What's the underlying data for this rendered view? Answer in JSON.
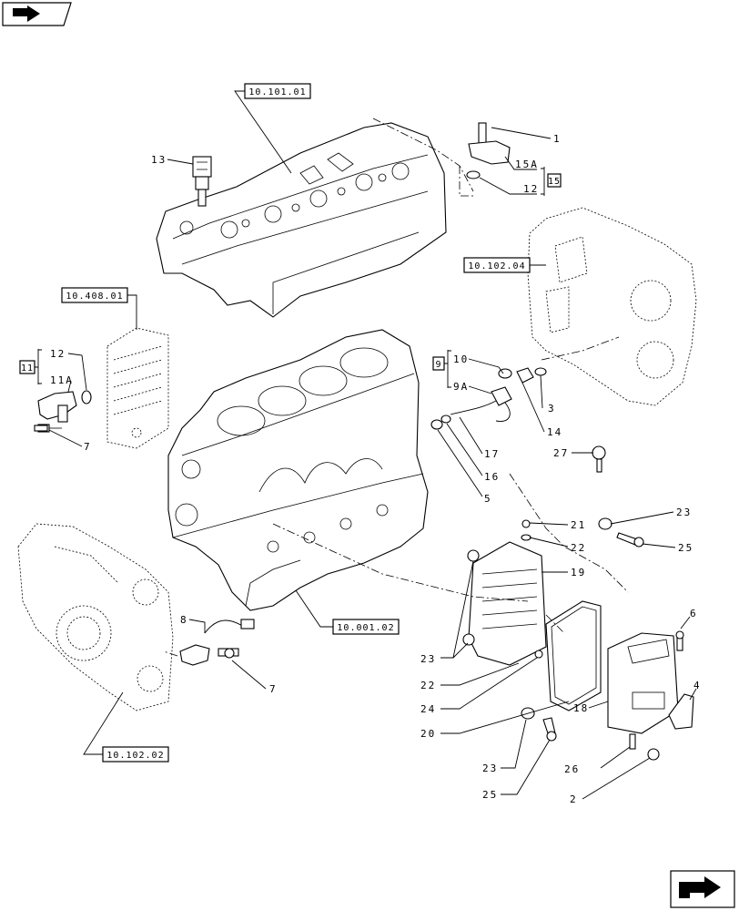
{
  "refs": {
    "head": "10.101.01",
    "flywheel_housing": "10.102.04",
    "oil_cooler": "10.408.01",
    "block": "10.001.02",
    "timing_cover": "10.102.02"
  },
  "callouts": {
    "c1": "1",
    "c2": "2",
    "c3": "3",
    "c4": "4",
    "c5": "5",
    "c6": "6",
    "c7a": "7",
    "c7b": "7",
    "c8": "8",
    "c9": "9",
    "c9a": "9A",
    "c10": "10",
    "c11": "11",
    "c11a": "11A",
    "c12a": "12",
    "c12b": "12",
    "c13": "13",
    "c14": "14",
    "c15": "15",
    "c15a": "15A",
    "c16": "16",
    "c17": "17",
    "c18": "18",
    "c19": "19",
    "c20": "20",
    "c21": "21",
    "c22a": "22",
    "c22b": "22",
    "c23a": "23",
    "c23b": "23",
    "c23c": "23",
    "c24": "24",
    "c25a": "25",
    "c25b": "25",
    "c26": "26",
    "c27": "27"
  },
  "icons": {
    "top_left": "book-arrow-icon",
    "bottom_right": "next-page-arrow-icon"
  }
}
